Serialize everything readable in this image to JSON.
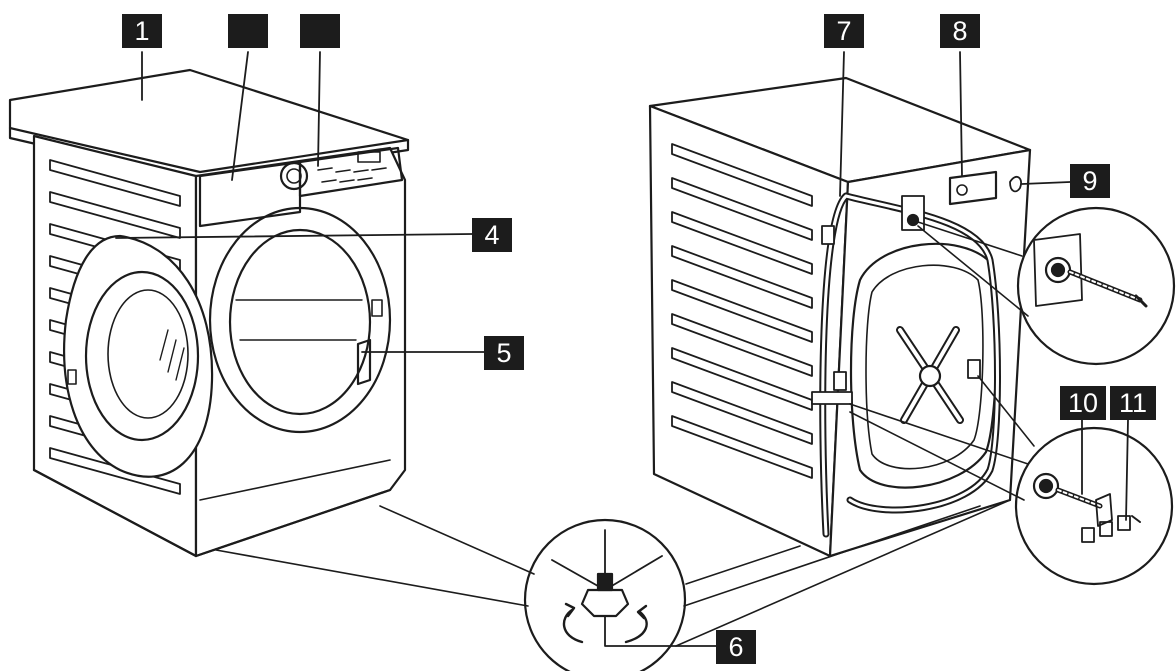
{
  "labels": {
    "l1": "1",
    "l2": "",
    "l3": "",
    "l4": "4",
    "l5": "5",
    "l6": "6",
    "l7": "7",
    "l8": "8",
    "l9": "9",
    "l10": "10",
    "l11": "11"
  },
  "colors": {
    "ink": "#1c1c1c",
    "label_bg": "#1c1c1c",
    "label_text": "#ffffff",
    "paper": "#ffffff"
  }
}
